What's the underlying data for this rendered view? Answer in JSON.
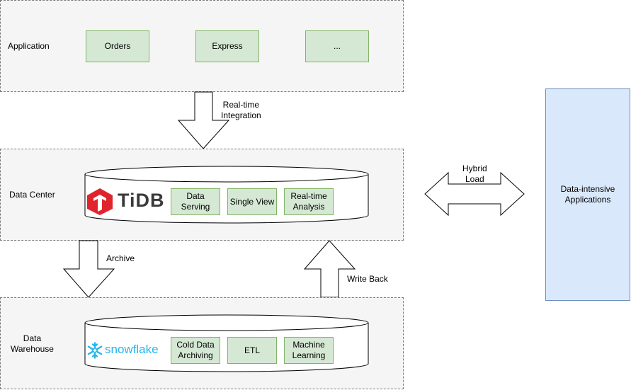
{
  "layers": {
    "application": {
      "label": "Application",
      "items": [
        "Orders",
        "Express",
        "..."
      ]
    },
    "data_center": {
      "label": "Data Center",
      "logo": {
        "name": "tidb-logo",
        "text": "TiDB",
        "color": "#e0242c"
      },
      "items": [
        "Data\nServing",
        "Single View",
        "Real-time\nAnalysis"
      ]
    },
    "data_warehouse": {
      "label": "Data\nWarehouse",
      "logo": {
        "name": "snowflake-logo",
        "text": "snowflake",
        "color": "#29b5e8"
      },
      "items": [
        "Cold Data\nArchiving",
        "ETL",
        "Machine\nLearning"
      ]
    }
  },
  "arrows": {
    "realtime_integration": "Real-time\nIntegration",
    "archive": "Archive",
    "write_back": "Write Back",
    "hybrid_load": "Hybrid\nLoad"
  },
  "external": {
    "data_intensive_apps": "Data-intensive\nApplications"
  },
  "colors": {
    "panel_fill": "#f5f5f5",
    "green_fill": "#d5e8d4",
    "green_border": "#82b366",
    "blue_fill": "#dae8fc",
    "blue_border": "#6c8ebf"
  }
}
